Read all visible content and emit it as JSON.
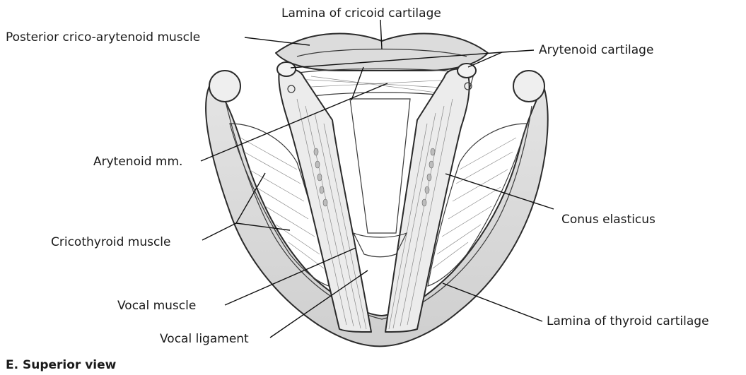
{
  "labels": {
    "lamina_cricoid": "Lamina of cricoid cartilage",
    "posterior_crico_arytenoid": "Posterior crico-arytenoid muscle",
    "arytenoid_cartilage": "Arytenoid cartilage",
    "arytenoid_mm": "Arytenoid mm.",
    "conus_elasticus": "Conus elasticus",
    "cricothyroid_muscle": "Cricothyroid muscle",
    "vocal_muscle": "Vocal muscle",
    "lamina_thyroid": "Lamina of thyroid cartilage",
    "vocal_ligament": "Vocal ligament"
  },
  "caption": "E. Superior view"
}
